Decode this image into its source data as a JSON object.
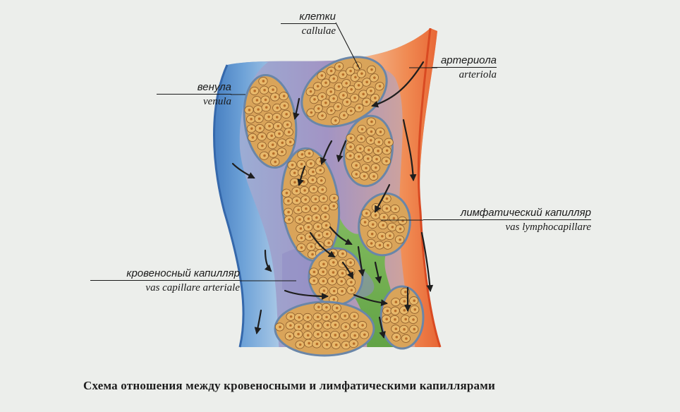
{
  "labels": {
    "cells": {
      "ru": "клетки",
      "la": "callulae"
    },
    "arteriole": {
      "ru": "артериола",
      "la": "arteriola"
    },
    "venule": {
      "ru": "венула",
      "la": "venula"
    },
    "lymph_capillary": {
      "ru": "лимфатический капилляр",
      "la": "vas lymphocapillare"
    },
    "blood_capillary": {
      "ru": "кровеносный капилляр",
      "la": "vas capillare arteriale"
    }
  },
  "caption": "Схема отношения между кровеносными и лимфатическими капиллярами",
  "colors": {
    "venule": "#4a86c8",
    "arteriole": "#e8703a",
    "lymph": "#6cb34a",
    "capillary_mix": "#8e86b8",
    "cell_fill": "#e8b86a",
    "nucleus": "#b86e2a",
    "background": "#eceeeb"
  }
}
